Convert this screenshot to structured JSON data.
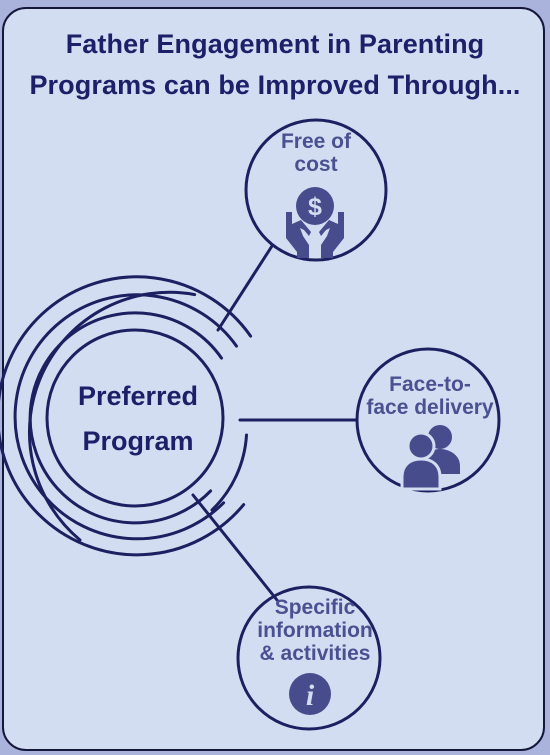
{
  "title": {
    "line1": "Father Engagement in Parenting",
    "line2": "Programs can be Improved Through..."
  },
  "center": {
    "line1": "Preferred",
    "line2": "Program"
  },
  "nodes": [
    {
      "line1": "Free of",
      "line2": "cost",
      "line3": "",
      "icon": "dollar-hands-icon"
    },
    {
      "line1": "Face-to-",
      "line2": "face delivery",
      "line3": "",
      "icon": "people-icon"
    },
    {
      "line1": "Specific",
      "line2": "information",
      "line3": "& activities",
      "icon": "info-icon"
    }
  ],
  "icons": {
    "dollar": "$",
    "info": "i"
  },
  "colors": {
    "background": "#a9b3dc",
    "card": "#d3ddf2",
    "outline": "#14173a",
    "title": "#1c2068",
    "line": "#1c2060",
    "icon": "#464c8c"
  }
}
